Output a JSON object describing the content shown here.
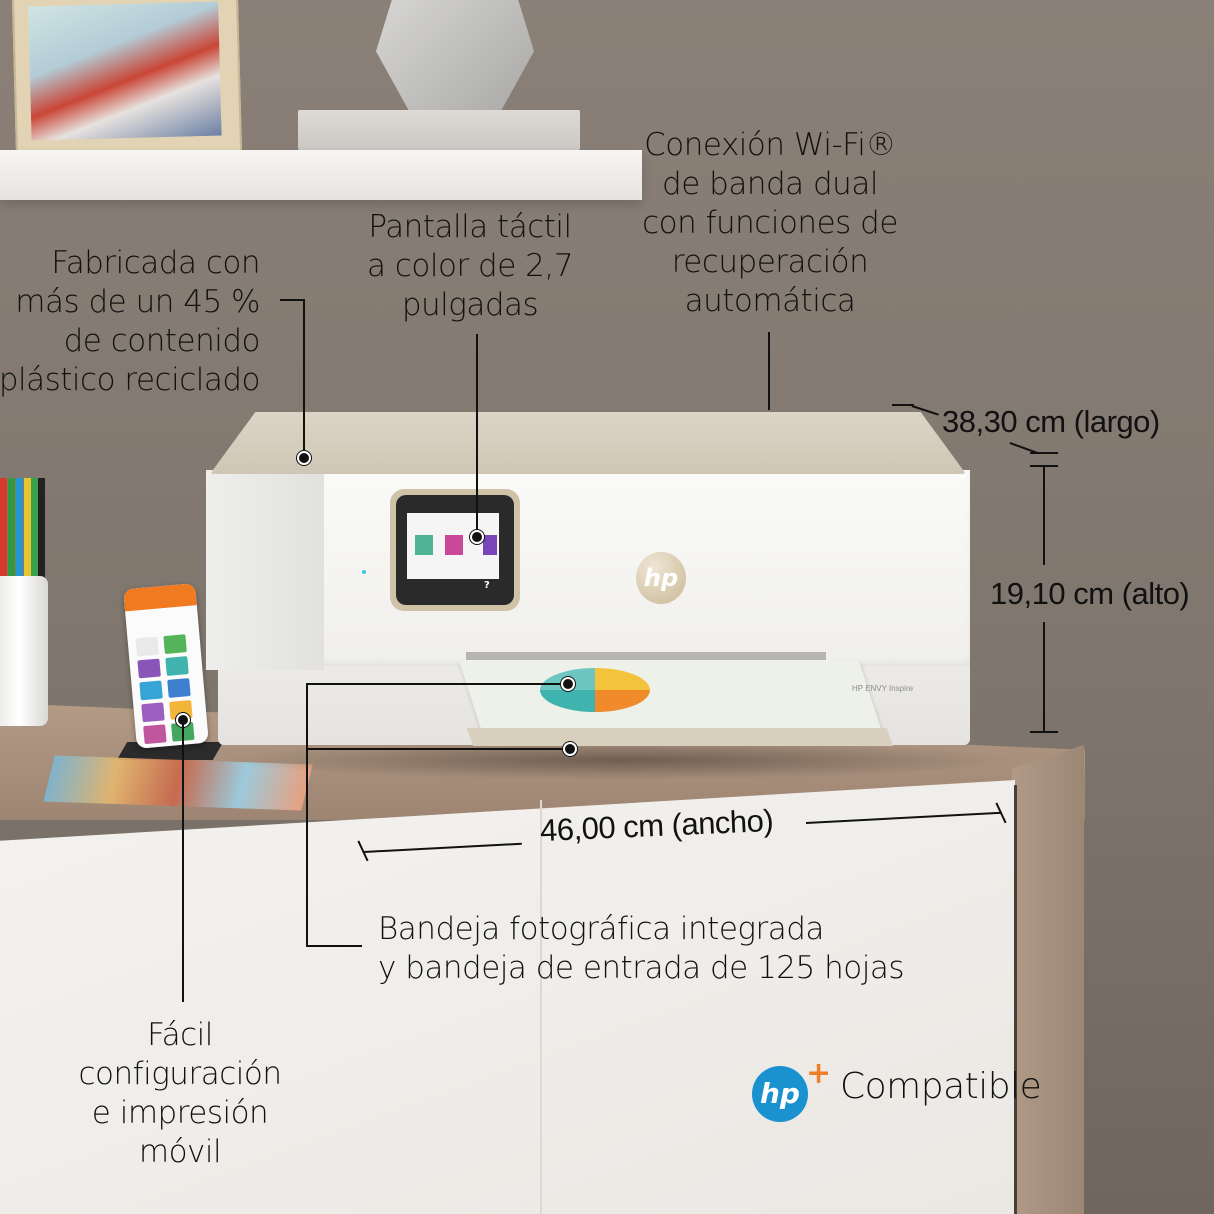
{
  "scene": {
    "product_label": "HP ENVY Inspire",
    "brand_logo": "hp",
    "colors": {
      "wall": "#857b71",
      "wood": "#a88f7c",
      "desk_front": "#f1efec",
      "printer_body": "#f5f4f1",
      "printer_accent": "#d3c9b6",
      "hp_blue": "#1a92d0",
      "hp_plus_orange": "#f07f2a",
      "callout_text": "#111111"
    }
  },
  "callouts": {
    "recycled": {
      "lines": [
        "Fabricada con",
        "más de un 45 %",
        "de contenido",
        "plástico reciclado"
      ]
    },
    "touchscreen": {
      "lines": [
        "Pantalla táctil",
        "a color de 2,7",
        "pulgadas"
      ]
    },
    "wifi": {
      "lines": [
        "Conexión Wi-Fi®",
        "de banda dual",
        "con funciones de",
        "recuperación",
        "automática"
      ]
    },
    "tray": {
      "lines": [
        "Bandeja fotográfica integrada",
        "y bandeja de entrada de 125 hojas"
      ]
    },
    "mobile": {
      "lines": [
        "Fácil",
        "configuración",
        "e impresión",
        "móvil"
      ]
    }
  },
  "dimensions": {
    "length": "38,30 cm (largo)",
    "height": "19,10 cm (alto)",
    "width": "46,00 cm (ancho)"
  },
  "badge": {
    "logo": "hp",
    "plus": "+",
    "label": "Compatible"
  },
  "printer_screen": {
    "help_glyph": "?"
  }
}
